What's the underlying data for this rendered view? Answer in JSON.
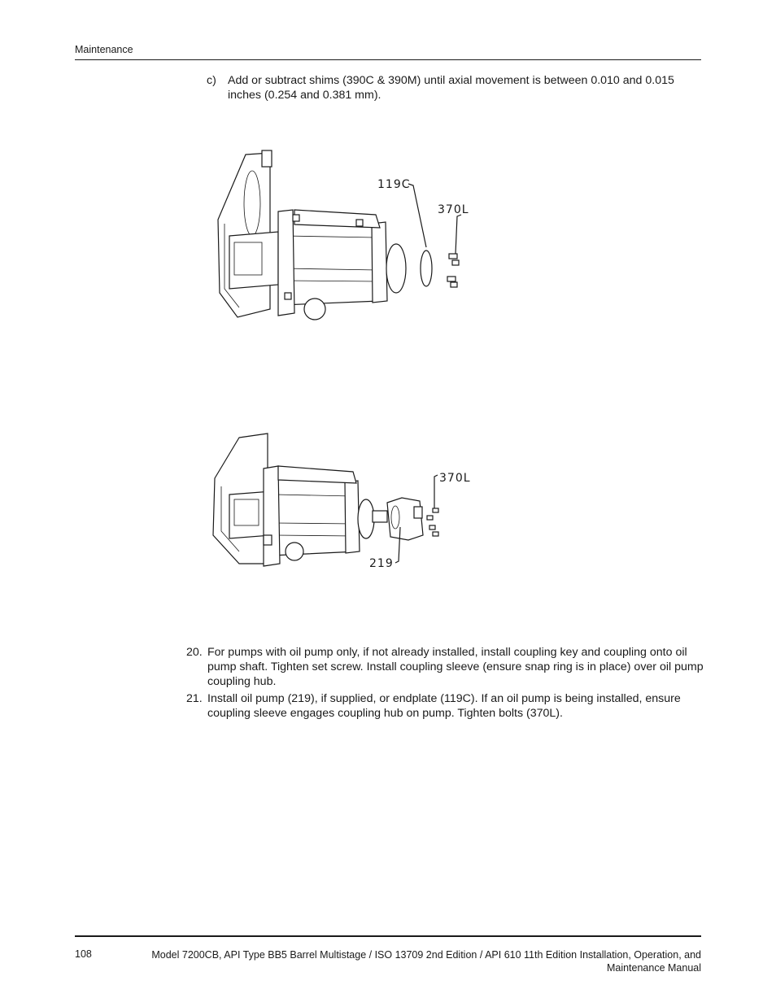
{
  "header": {
    "section": "Maintenance"
  },
  "steps": [
    {
      "label": "c)",
      "text": "Add or subtract shims (390C & 390M) until axial movement is between 0.010 and 0.015 inches (0.254 and 0.381 mm)."
    },
    {
      "label": "20.",
      "text": "For pumps with oil pump only, if not already installed, install coupling key and coupling onto oil pump shaft. Tighten set screw. Install coupling sleeve (ensure snap ring is in place) over oil pump coupling hub."
    },
    {
      "label": "21.",
      "text": "Install oil pump (219), if supplied, or endplate (119C). If an oil pump is being installed, ensure coupling sleeve engages coupling hub on pump. Tighten bolts (370L)."
    }
  ],
  "figure1": {
    "callouts": [
      "119C",
      "370L"
    ]
  },
  "figure2": {
    "callouts": [
      "370L",
      "219"
    ]
  },
  "footer": {
    "page_number": "108",
    "title": "Model 7200CB, API Type BB5 Barrel Multistage / ISO 13709 2nd Edition / API 610 11th Edition Installation, Operation, and Maintenance Manual"
  }
}
